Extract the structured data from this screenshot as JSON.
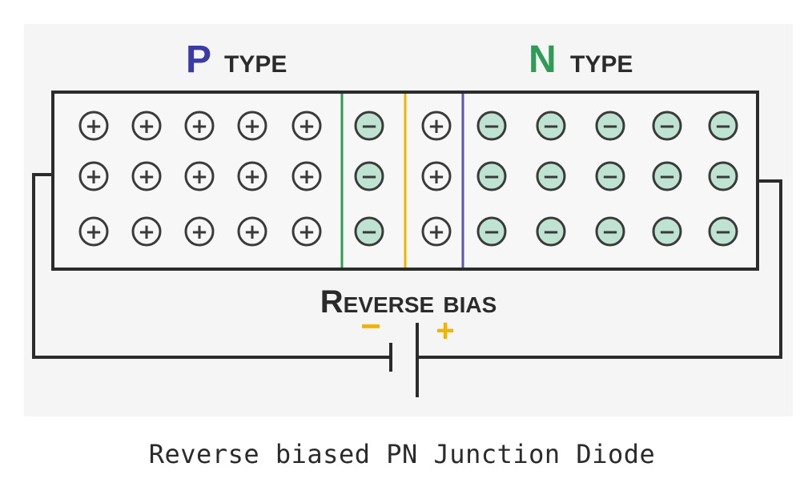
{
  "diagram": {
    "p_region": {
      "letter": "P",
      "suffix": "TYPE",
      "color": "#3b3ba8"
    },
    "n_region": {
      "letter": "N",
      "suffix": "TYPE",
      "color": "#2e9c56"
    },
    "bias_label": "Reverse bias",
    "battery": {
      "negative_sign": "−",
      "positive_sign": "+",
      "sign_color": "#f0b400"
    },
    "p_side_charge": "+",
    "n_side_charge": "−",
    "depletion_colors": {
      "n_edge": "#2e9c56",
      "junction": "#f0b400",
      "p_edge": "#5a55b5"
    },
    "ion_fill": "#bfe3d2"
  },
  "caption": "Reverse biased PN Junction Diode"
}
